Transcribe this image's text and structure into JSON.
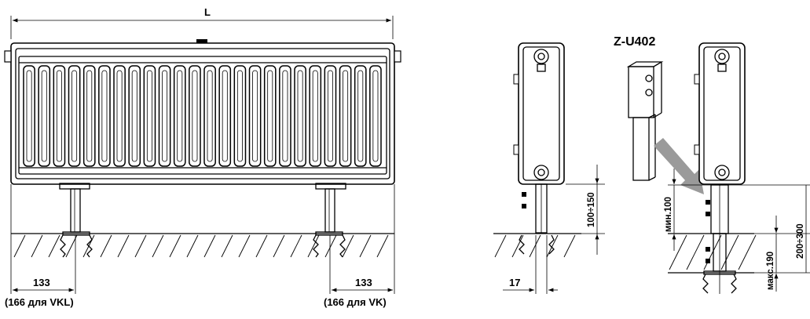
{
  "front_view": {
    "length_label": "L",
    "offset_left": "133",
    "offset_left_note": "(166 для VKL)",
    "offset_right": "133",
    "offset_right_note": "(166 для VK)"
  },
  "side_view_fixed": {
    "height_range": "100÷150",
    "post_offset": "17"
  },
  "side_view_adjustable": {
    "part_code": "Z-U402",
    "min_label": "мин.100",
    "max_label": "макс.190",
    "height_range": "200÷300"
  }
}
